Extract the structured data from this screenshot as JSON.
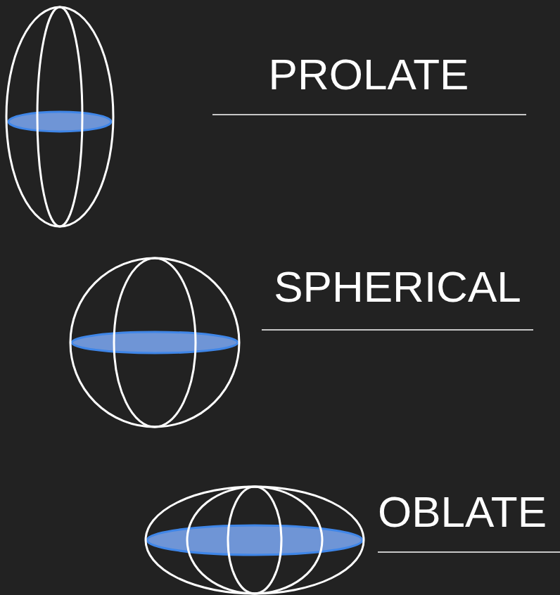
{
  "diagram": {
    "labels": [
      "PROLATE",
      "SPHERICAL",
      "OBLATE"
    ]
  }
}
